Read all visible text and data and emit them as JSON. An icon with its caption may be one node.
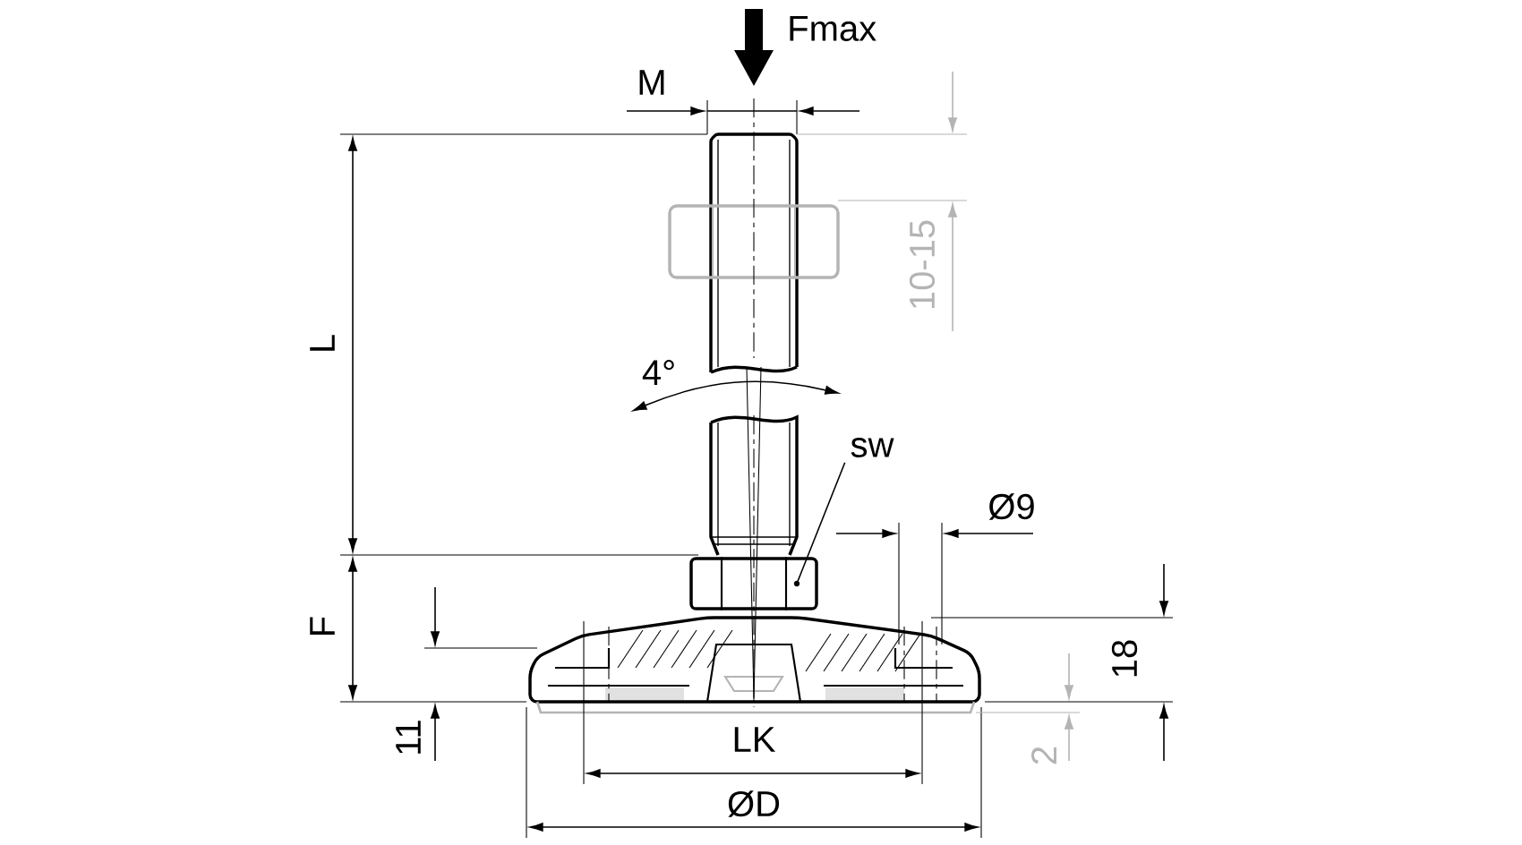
{
  "diagram": {
    "nodes": [
      {
        "text": [
          "sw"
        ]
      },
      {
        "text": [],
        "shape": "picture"
      }
    ],
    "edges": [
      {
        "from": 0,
        "to": 1,
        "arrow": "none"
      }
    ],
    "labels": [
      "Fmax",
      "M",
      "L",
      "10-15",
      "4°",
      "Ø9",
      "F",
      "18",
      "11",
      "2",
      "LK",
      "ØD"
    ]
  }
}
